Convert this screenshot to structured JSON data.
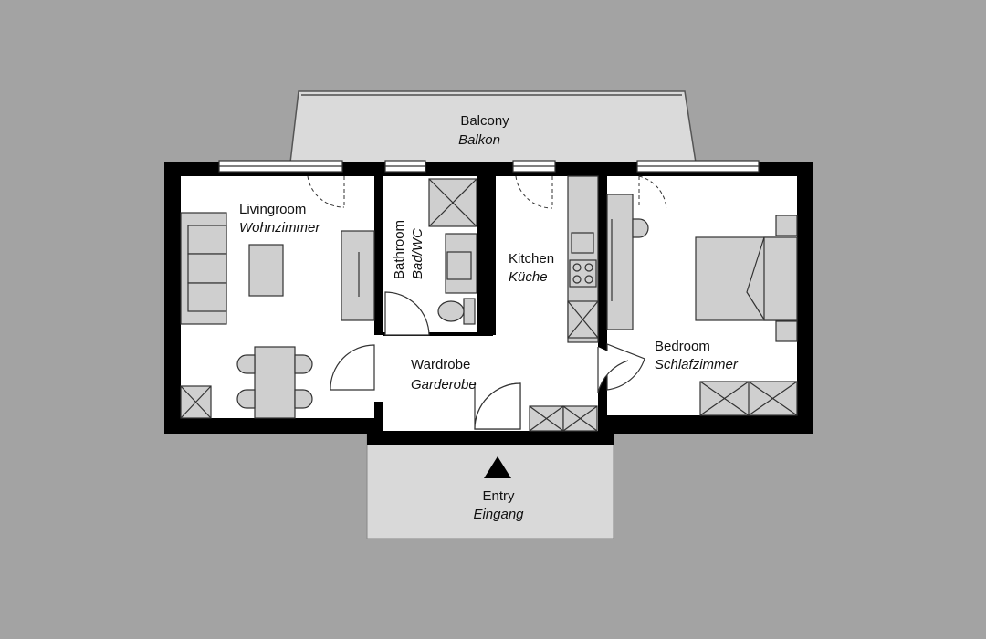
{
  "colors": {
    "background": "#a3a3a3",
    "wall": "#000000",
    "floor": "#ffffff",
    "outdoor": "#d9d9d9",
    "furniture": "#cfcfcf"
  },
  "rooms": {
    "balcony": {
      "en": "Balcony",
      "de": "Balkon"
    },
    "livingroom": {
      "en": "Livingroom",
      "de": "Wohnzimmer"
    },
    "bathroom": {
      "en": "Bathroom",
      "de": "Bad/WC"
    },
    "kitchen": {
      "en": "Kitchen",
      "de": "Küche"
    },
    "bedroom": {
      "en": "Bedroom",
      "de": "Schlafzimmer"
    },
    "wardrobe": {
      "en": "Wardrobe",
      "de": "Garderobe"
    },
    "entry": {
      "en": "Entry",
      "de": "Eingang"
    }
  },
  "icons": {
    "entry_marker": "triangle-up-icon"
  }
}
